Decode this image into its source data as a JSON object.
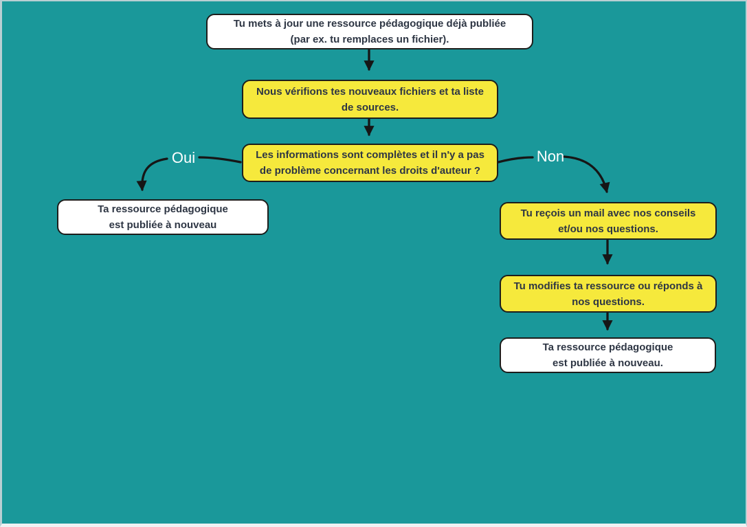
{
  "canvas": {
    "background_color": "#1a989a",
    "frame_color": "#b9cfd3"
  },
  "palette": {
    "node_white": "#ffffff",
    "node_yellow": "#f6e93c",
    "node_border": "#1d1d1b",
    "node_text": "#2e3644",
    "arrow_color": "#161616",
    "edge_label_color": "#ffffff"
  },
  "flowchart": {
    "nodes": [
      {
        "id": "start",
        "style": "white",
        "lines": [
          "Tu mets à jour une ressource pédagogique déjà publiée",
          "(par ex. tu remplaces un fichier)."
        ]
      },
      {
        "id": "verification",
        "style": "yellow",
        "lines": [
          "Nous vérifions tes nouveaux fichiers et ta liste",
          "de sources."
        ]
      },
      {
        "id": "question",
        "style": "yellow",
        "lines": [
          "Les informations sont complètes et il n'y a pas",
          "de problème concernant les droits d'auteur ?"
        ]
      },
      {
        "id": "published-left",
        "style": "white",
        "lines": [
          "Ta ressource pédagogique",
          "est publiée à nouveau"
        ]
      },
      {
        "id": "mail",
        "style": "yellow",
        "lines": [
          "Tu reçois un mail avec nos conseils",
          "et/ou nos questions."
        ]
      },
      {
        "id": "modification",
        "style": "yellow",
        "lines": [
          "Tu modifies ta ressource ou réponds à",
          "nos questions."
        ]
      },
      {
        "id": "published-right",
        "style": "white",
        "lines": [
          "Ta ressource pédagogique",
          "est publiée à nouveau."
        ]
      }
    ],
    "edge_labels": {
      "yes": "Oui",
      "no": "Non"
    }
  }
}
